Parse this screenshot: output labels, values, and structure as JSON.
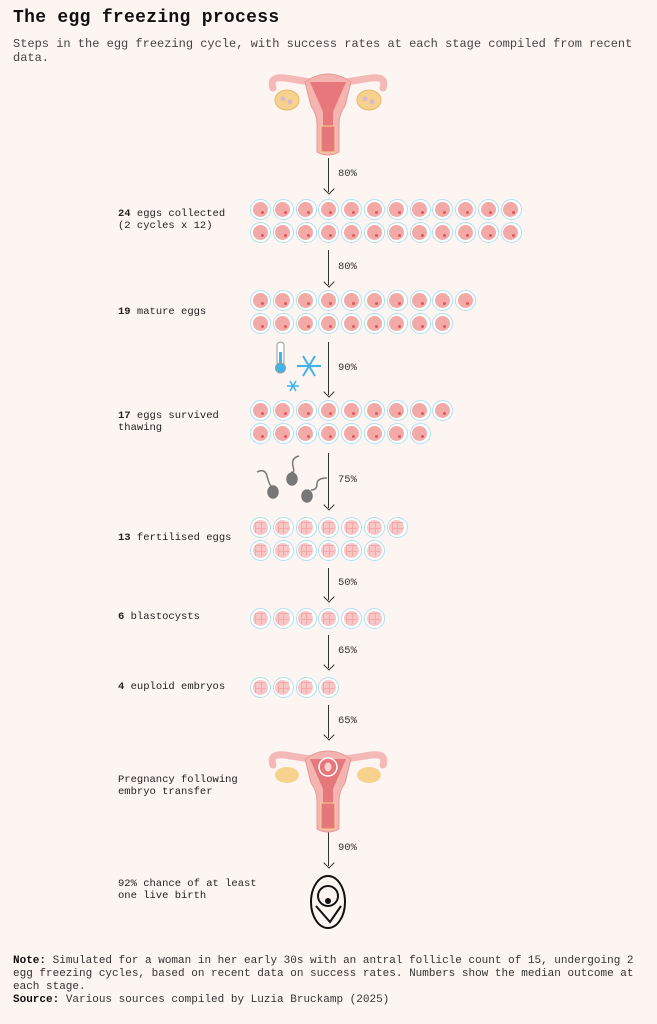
{
  "title": "The egg freezing process",
  "subtitle": "Steps in the egg freezing cycle, with success rates at each stage compiled from recent data.",
  "stages": [
    {
      "count": "24",
      "text": " eggs collected",
      "text2": "(2 cycles x 12)",
      "eggs": [
        12,
        12
      ],
      "type": "oocyte"
    },
    {
      "count": "19",
      "text": " mature eggs",
      "eggs": [
        10,
        9
      ],
      "type": "oocyte"
    },
    {
      "count": "17",
      "text": " eggs survived",
      "text2": "thawing",
      "eggs": [
        9,
        8
      ],
      "type": "oocyte"
    },
    {
      "count": "13",
      "text": " fertilised eggs",
      "eggs": [
        7,
        6
      ],
      "type": "embryo"
    },
    {
      "count": "6",
      "text": " blastocysts",
      "eggs": [
        6
      ],
      "type": "embryo"
    },
    {
      "count": "4",
      "text": " euploid embryos",
      "eggs": [
        4
      ],
      "type": "embryo"
    }
  ],
  "pregnancy_label": "Pregnancy following embryo transfer",
  "birth_label": "92% chance of at least one live birth",
  "rates": [
    "80%",
    "80%",
    "90%",
    "75%",
    "50%",
    "65%",
    "65%",
    "90%"
  ],
  "note_label": "Note:",
  "note": " Simulated for a woman in her early 30s with an antral follicle count of 15, undergoing 2 egg freezing cycles, based on recent data on success rates. Numbers show the median outcome at each stage.",
  "source_label": "Source:",
  "source": " Various sources compiled by Luzia Bruckamp (2025)",
  "colors": {
    "bg": "#fdf5f2",
    "egg": "#f3a9a5",
    "ring": "#aee0f1",
    "snow": "#3fb4ea",
    "sperm": "#777777"
  }
}
